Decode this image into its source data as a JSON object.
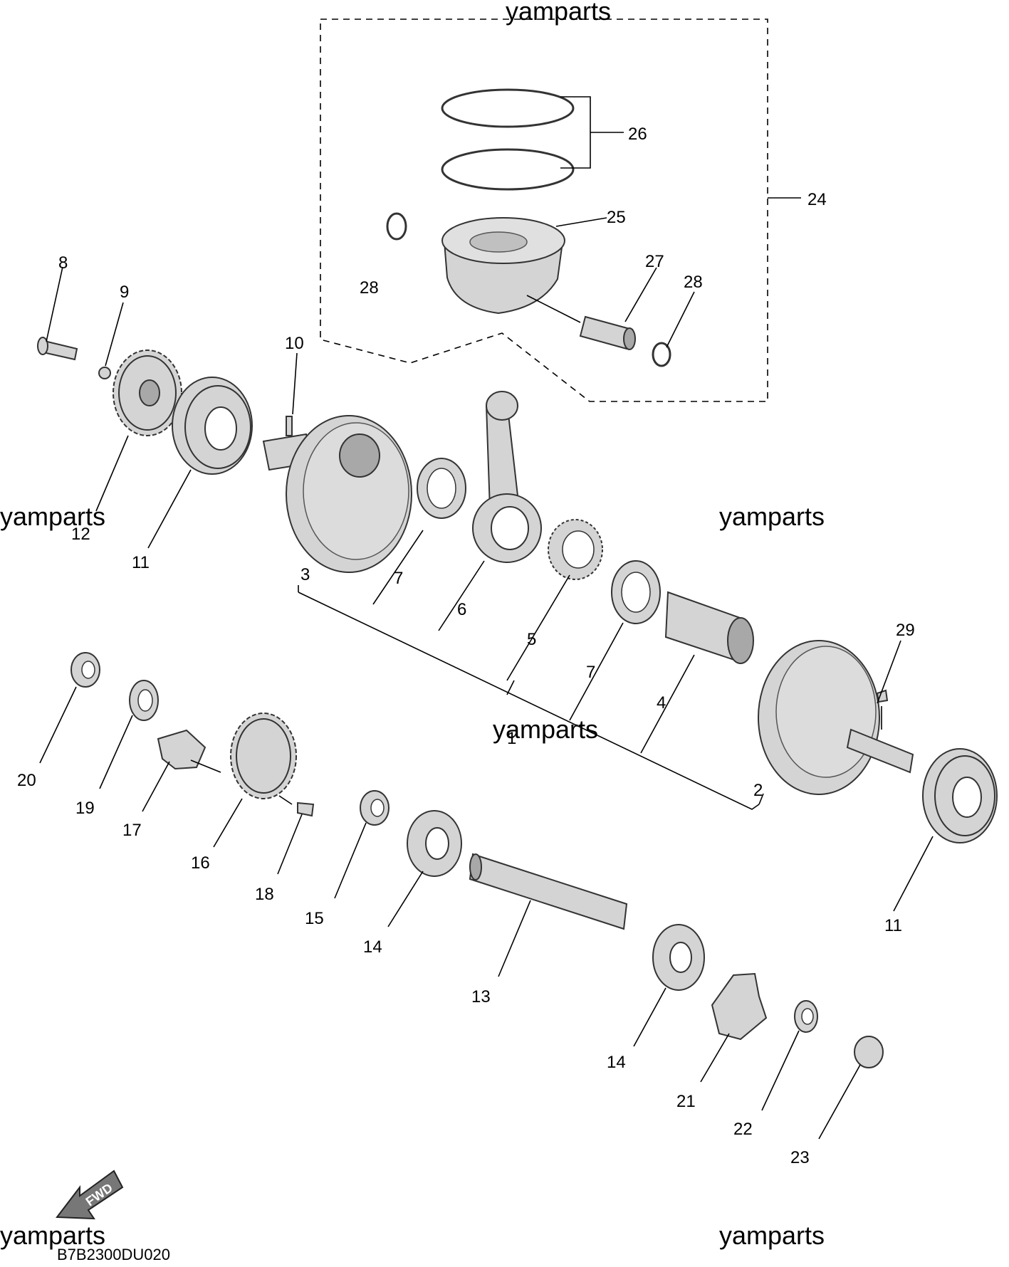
{
  "watermarks": [
    "yamparts",
    "yamparts",
    "yamparts",
    "yamparts",
    "yamparts",
    "yamparts"
  ],
  "diagram_code": "B7B2300DU020",
  "fwd_label": "FWD",
  "callouts": {
    "c1": "1",
    "c2": "2",
    "c3": "3",
    "c4": "4",
    "c5": "5",
    "c6": "6",
    "c7a": "7",
    "c7b": "7",
    "c8": "8",
    "c9": "9",
    "c10": "10",
    "c11a": "11",
    "c11b": "11",
    "c12": "12",
    "c13": "13",
    "c14a": "14",
    "c14b": "14",
    "c15": "15",
    "c16": "16",
    "c17": "17",
    "c18": "18",
    "c19": "19",
    "c20": "20",
    "c21": "21",
    "c22": "22",
    "c23": "23",
    "c24": "24",
    "c25": "25",
    "c26": "26",
    "c27": "27",
    "c28a": "28",
    "c28b": "28",
    "c29": "29"
  }
}
